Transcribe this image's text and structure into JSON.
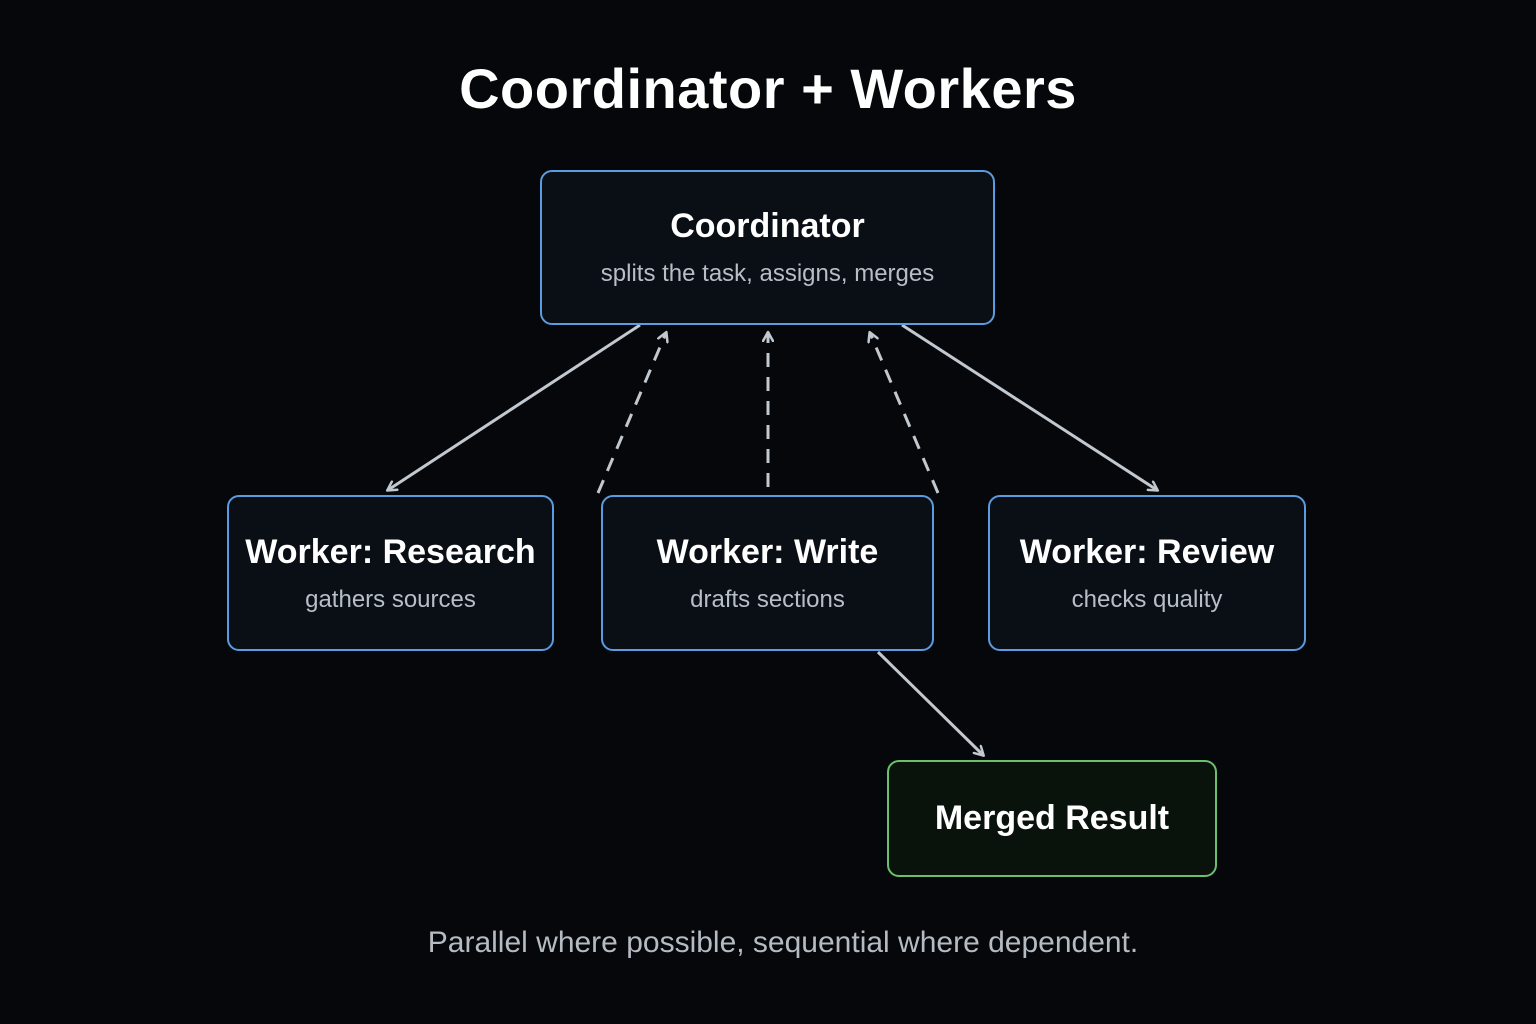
{
  "title": "Coordinator + Workers",
  "nodes": {
    "coordinator": {
      "name": "Coordinator",
      "desc": "splits the task, assigns, merges"
    },
    "research": {
      "name": "Worker: Research",
      "desc": "gathers sources"
    },
    "write": {
      "name": "Worker: Write",
      "desc": "drafts sections"
    },
    "review": {
      "name": "Worker: Review",
      "desc": "checks quality"
    },
    "merged": {
      "name": "Merged Result"
    }
  },
  "footer": "Parallel where possible, sequential where dependent.",
  "colors": {
    "background": "#05070a",
    "worker_border": "#5b9be0",
    "result_border": "#6cc06c",
    "arrow": "#c2c8d0"
  }
}
